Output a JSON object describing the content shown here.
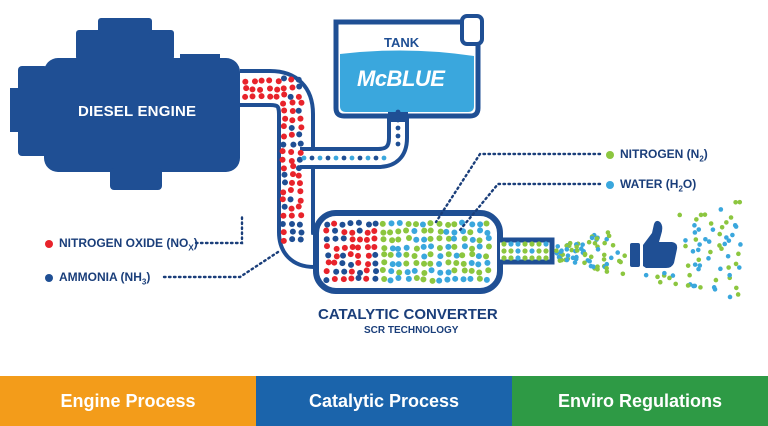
{
  "engine": {
    "title": "DIESEL ENGINE"
  },
  "tank": {
    "title": "TANK",
    "brand": "McBLUE"
  },
  "converter": {
    "title": "CATALYTIC CONVERTER",
    "subtitle": "SCR TECHNOLOGY"
  },
  "legend": {
    "nitrogen_oxide": {
      "label": "NITROGEN OXIDE (NO",
      "sub": "X",
      "close": ")",
      "color": "#e8232b"
    },
    "ammonia": {
      "label": "AMMONIA (NH",
      "sub": "3",
      "close": ")",
      "color": "#1f4f94"
    },
    "nitrogen": {
      "label": "NITROGEN (N",
      "sub": "2",
      "close": ")",
      "color": "#8cc63f"
    },
    "water": {
      "label": "WATER (H",
      "sub": "2",
      "close": "O)",
      "color": "#3aa7dd"
    }
  },
  "colors": {
    "navy": "#1f4f94",
    "dark_blue": "#1a3e7a",
    "sky": "#3aa7dd",
    "red": "#e8232b",
    "green": "#8cc63f"
  },
  "icons": {
    "exhaust": "thumbs-up-icon",
    "brand_mark": "mcblue-logo-icon"
  },
  "footer": {
    "tabs": [
      {
        "label": "Engine Process",
        "color": "#f39c1a"
      },
      {
        "label": "Catalytic Process",
        "color": "#1b64ab"
      },
      {
        "label": "Enviro Regulations",
        "color": "#2e9a45"
      }
    ]
  }
}
